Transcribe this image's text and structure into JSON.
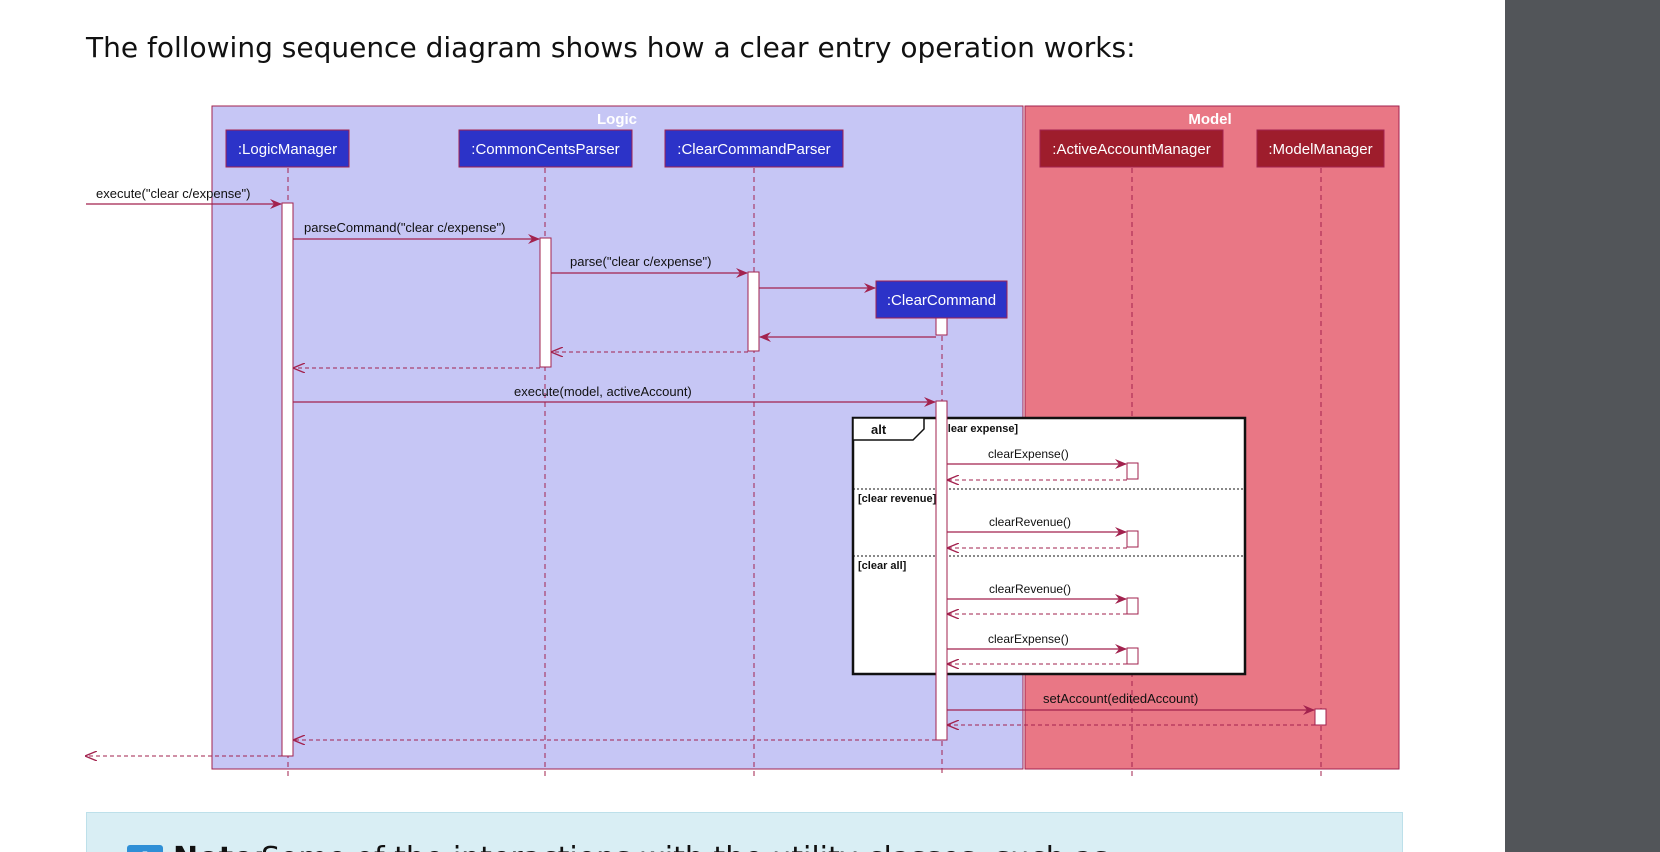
{
  "intro_text": "The following sequence diagram shows how a clear entry operation works:",
  "diagram": {
    "boxes": [
      {
        "title": "Logic",
        "fill": "#c6c6f5",
        "stroke": "#a2224e"
      },
      {
        "title": "Model",
        "fill": "#e97785",
        "stroke": "#a2224e"
      }
    ],
    "participants": [
      ":LogicManager",
      ":CommonCentsParser",
      ":ClearCommandParser",
      ":ClearCommand",
      ":ActiveAccountManager",
      ":ModelManager"
    ],
    "participant_fill": {
      "logic": "#2c33c8",
      "model": "#9e1d2c"
    },
    "messages": [
      "execute(\"clear c/expense\")",
      "parseCommand(\"clear c/expense\")",
      "parse(\"clear c/expense\")",
      "execute(model, activeAccount)",
      "clearExpense()",
      "clearRevenue()",
      "clearRevenue()",
      "clearExpense()",
      "setAccount(editedAccount)"
    ],
    "fragment": {
      "operator": "alt",
      "guards": [
        "[clear expense]",
        "[clear revenue]",
        "[clear all]"
      ]
    },
    "line_color": "#a2224e"
  },
  "note": {
    "icon": "info-icon",
    "label": "Note:",
    "text": "Some of the interactions with the utility classes, such as"
  }
}
